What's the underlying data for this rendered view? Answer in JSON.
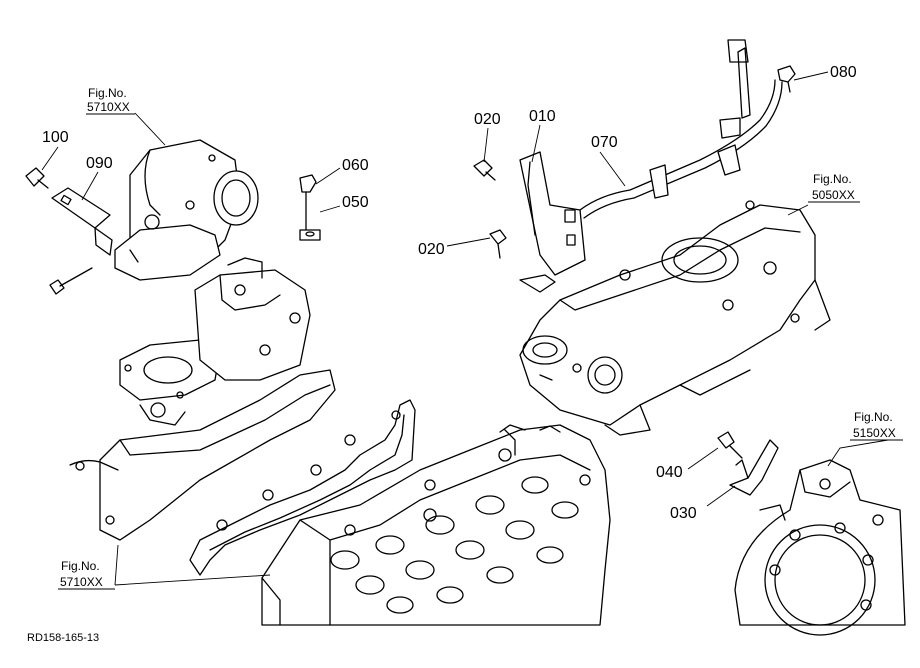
{
  "diagram": {
    "parts": [
      "100",
      "090",
      "060",
      "050",
      "020",
      "010",
      "070",
      "080",
      "020",
      "040",
      "030"
    ],
    "fig_refs": {
      "thermostat_top": {
        "line1": "Fig.No.",
        "line2": "5710XX"
      },
      "head_cover": {
        "line1": "Fig.No.",
        "line2": "5050XX"
      },
      "gear_case": {
        "line1": "Fig.No.",
        "line2": "5150XX"
      },
      "manifold_bottom": {
        "line1": "Fig.No.",
        "line2": "5710XX"
      }
    },
    "code": "RD158-165-13"
  }
}
